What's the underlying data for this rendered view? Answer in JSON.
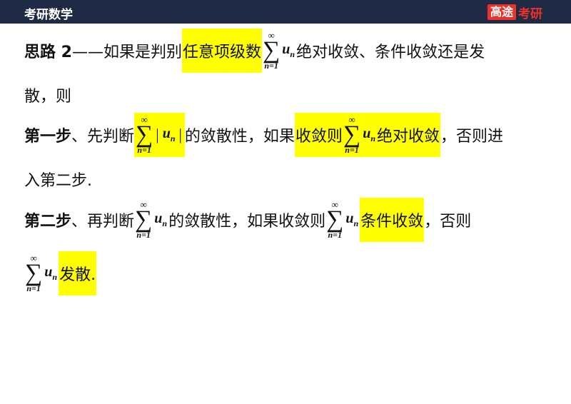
{
  "header": {
    "title": "考研数学",
    "brand_badge": "高途",
    "brand_rest": "考研"
  },
  "math": {
    "sum_sym": "∑",
    "inf": "∞",
    "lower": "n=1",
    "u": "u",
    "n": "n",
    "bar": "|"
  },
  "line1": {
    "label": "思路 2",
    "dash": "——如果是判别",
    "hl": "任意项级数",
    "tail": "绝对收敛、条件收敛还是发"
  },
  "line2": {
    "text": "散，则"
  },
  "line3": {
    "label": "第一步",
    "t1": "、先判断",
    "t2": "的敛散性，如果",
    "hl1": "收敛则",
    "hl2": "绝对收敛",
    "t3": "，否则进"
  },
  "line4": {
    "text": "入第二步."
  },
  "line5": {
    "label": "第二步",
    "t1": "、再判断",
    "t2": "的敛散性，如果收敛则",
    "hl": "条件收敛",
    "t3": "，否则"
  },
  "line6": {
    "hl": "发散."
  },
  "colors": {
    "header_bg": "#1f2a44",
    "brand_red": "#e8322a",
    "highlight": "#ffff00"
  }
}
